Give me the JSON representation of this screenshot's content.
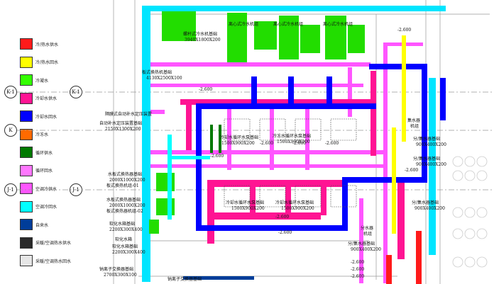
{
  "legend": {
    "items": [
      {
        "label": "冷/热水供水",
        "color": "#ff1a1a"
      },
      {
        "label": "冷/热水回水",
        "color": "#ffff00"
      },
      {
        "label": "冷凝水",
        "color": "#33ff00"
      },
      {
        "label": "冷却水供水",
        "color": "#ff1493"
      },
      {
        "label": "冷却水回水",
        "color": "#0000ff"
      },
      {
        "label": "冷冻水",
        "color": "#ff6a00"
      },
      {
        "label": "循环供水",
        "color": "#007a00"
      },
      {
        "label": "循环回水",
        "color": "#ff77ff"
      },
      {
        "label": "空调冷供水",
        "color": "#ff55ff"
      },
      {
        "label": "空调冷回水",
        "color": "#00ffff"
      },
      {
        "label": "自来水",
        "color": "#003d99"
      },
      {
        "label": "采暖/空调热水供水",
        "color": "#2a2a2a"
      },
      {
        "label": "采暖/空调热水回水",
        "color": "#e6e6e6"
      }
    ]
  },
  "axes": {
    "K1_left": "K-1",
    "K1_right": "K-1",
    "K_left": "K",
    "J1_left": "J-1",
    "J1_right": "J-1"
  },
  "labels": {
    "screw_chiller": "螺杆式冷水机基础",
    "screw_chiller_size": "3940X1800X200",
    "cent_chiller_a": "离心式冷水机组",
    "cent_chiller_b": "离心式冷水机组",
    "cent_chiller_c": "离心式冷水机组",
    "plate_hx_base": "板式换热机基础",
    "plate_hx_size": "4130X2500X100",
    "diaphragm": "隔膜式自动补水定压装置",
    "auto_pressure": "自动补水定压装置基础",
    "auto_pressure_size": "2150X1300X200",
    "pump_base_1": "冷却水循环水泵基础",
    "pump_base_1_size": "1500X900X200",
    "pump_base_2": "冷冻水循环水泵基础",
    "pump_base_2_size": "1500X900X200",
    "pump_base_3": "冷却水循环水泵基础",
    "pump_base_3_size": "1500X900X200",
    "pump_base_4": "冷却水循环水泵基础",
    "pump_base_4_size": "1500X900X200",
    "water_hx_1": "水板式换热器基础",
    "water_hx_1_size": "2000X1000X200",
    "plate_unit_01": "板式换热机组-01",
    "water_hx_2": "水板式换热器基础",
    "water_hx_2_size": "2000X1000X200",
    "plate_unit_02": "板式换热器机组-02",
    "soft_tank_base": "软化水箱基础",
    "soft_tank_base_size": "2200X300X400",
    "soft_water": "软化水箱",
    "soft_tank": "软化水箱基础",
    "soft_tank_size": "2200X300X400",
    "ion_exchange": "钠离子交换器基础",
    "ion_exchange_size": "2700X300X100",
    "sodium_ion_bottom": "钠离子交换器基础",
    "collector": "集水器",
    "collector_unit": "机组",
    "divider_1": "分/集水器基础",
    "divider_1_size": "900X400X200",
    "divider_2": "分/集水器基础",
    "divider_2_size": "900X400X200",
    "divider_3": "分/集水器基础",
    "divider_3_size": "900X400X200",
    "divider_4": "分水器",
    "divider_4_unit": "机组",
    "divider_5": "分/集水器基础",
    "divider_5_size": "900X400X200",
    "elev_1": "-2.600",
    "elev_2": "-2.600",
    "elev_3": "-2.600",
    "elev_4": "-2.600",
    "elev_5": "-2.600",
    "elev_6": "-2.600",
    "elev_7": "-2.600",
    "elev_8": "-2.600",
    "elev_9": "-2.600",
    "elev_10": "-2.600",
    "elev_11": "-2.600",
    "elev_12": "-2.600"
  }
}
